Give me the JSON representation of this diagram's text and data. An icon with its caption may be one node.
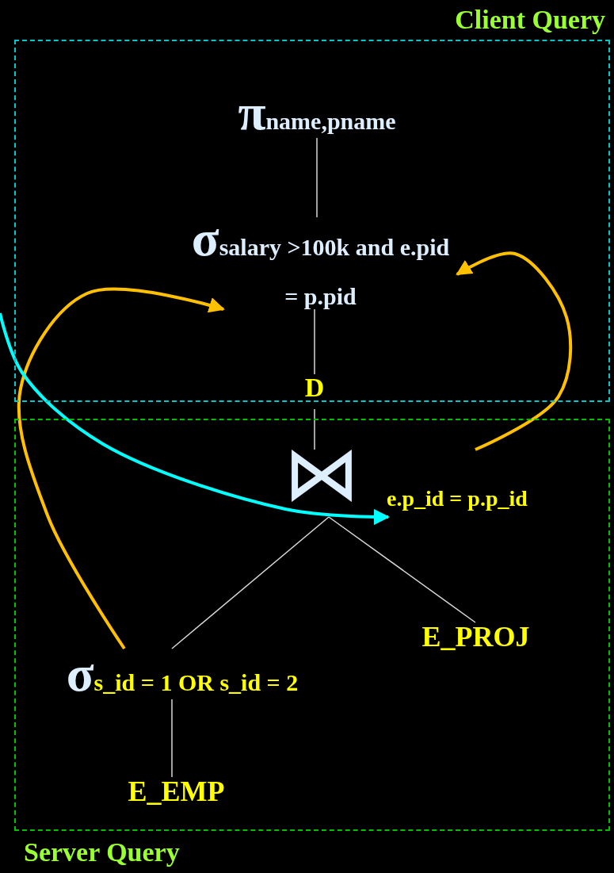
{
  "diagram": {
    "nodes": [
      {
        "text": [
          "Client Query"
        ]
      },
      {
        "text": [
          "Server Query"
        ]
      },
      {
        "text": [
          "π$_{name,pname}$"
        ],
        "in": 0
      },
      {
        "text": [
          "σ$_{salary >100k and e.pid = p.pid}$"
        ],
        "in": 0
      },
      {
        "text": [
          "D"
        ],
        "in": 0
      },
      {
        "text": [
          "⋈"
        ],
        "in": 1,
        "beside": [
          "e.p_id = p.p_id"
        ]
      },
      {
        "text": [
          "σ$_{s_id = 1 OR s_id = 2}$"
        ],
        "in": 1
      },
      {
        "text": [
          "E_PROJ"
        ],
        "in": 1
      },
      {
        "text": [
          "E_EMP"
        ],
        "in": 1
      }
    ],
    "edges": [
      {
        "from": 2,
        "to": 3,
        "arrow": "none"
      },
      {
        "from": 3,
        "to": 4,
        "arrow": "none"
      },
      {
        "from": 4,
        "to": 5,
        "arrow": "none"
      },
      {
        "from": 5,
        "to": 6,
        "arrow": "none"
      },
      {
        "from": 5,
        "to": 7,
        "arrow": "none"
      },
      {
        "from": 6,
        "to": 8,
        "arrow": "none"
      },
      {
        "from": 6,
        "to": 3,
        "arrow": "to",
        "style": "thick",
        "color": "#ffc000"
      },
      {
        "from": 5,
        "to": 3,
        "arrow": "to",
        "style": "thick",
        "color": "#ffc000"
      },
      {
        "from": null,
        "to": 5,
        "arrow": "to",
        "style": "thick",
        "color": "#00ffff"
      }
    ]
  }
}
